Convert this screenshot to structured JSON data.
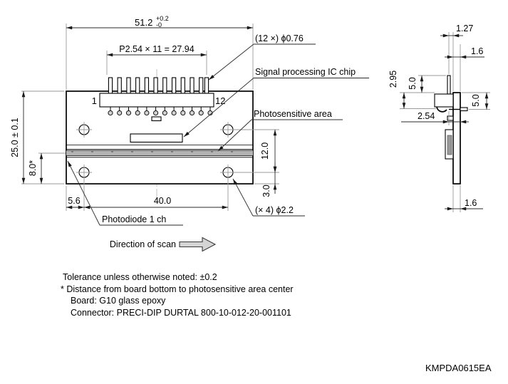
{
  "colors": {
    "line": "#000000",
    "dimension_line": "#2a2a2a",
    "extension_line": "#9a9a9a",
    "photosensitive_band": "#b4b4b4",
    "highlighted_pin": "#8a8a8a",
    "scan_arrow_fill": "#d4d4d4"
  },
  "front_view": {
    "dim_board_width": "51.2",
    "dim_board_width_tol_upper": "+0.2",
    "dim_board_width_tol_lower": "-0",
    "dim_pin_pitch": "P2.54 × 11 = 27.94",
    "pin_number_first": "1",
    "pin_number_last": "12",
    "dim_board_height": "25.0 ± 0.1",
    "dim_ps_center_from_bottom": "8.0*",
    "dim_hole_offset_left": "5.6",
    "dim_hole_span_horizontal": "40.0",
    "dim_hole_span_vertical": "12.0",
    "dim_hole_to_bottom": "3.0",
    "callout_pin_diameter": "(12 ×) ϕ0.76",
    "callout_ic_chip": "Signal processing IC chip",
    "callout_photosensitive_area": "Photosensitive area",
    "callout_photodiode": "Photodiode 1 ch",
    "callout_hole_diameter": "(× 4) ϕ2.2",
    "scan_direction_label": "Direction of scan"
  },
  "side_view": {
    "dim_pin_offset": "1.27",
    "dim_board_thickness_top": "1.6",
    "dim_connector_height": "2.95",
    "dim_pin_length": "5.0",
    "dim_lead_offset": "5.0",
    "dim_pin_to_board_face": "2.54",
    "dim_board_thickness_bottom": "1.6"
  },
  "notes": {
    "line1": "Tolerance unless otherwise noted: ±0.2",
    "line2": "* Distance from board bottom to photosensitive area center",
    "line3": "Board: G10 glass epoxy",
    "line4": "Connector: PRECI-DIP DURTAL 800-10-012-20-001101"
  },
  "doc_number": "KMPDA0615EA"
}
